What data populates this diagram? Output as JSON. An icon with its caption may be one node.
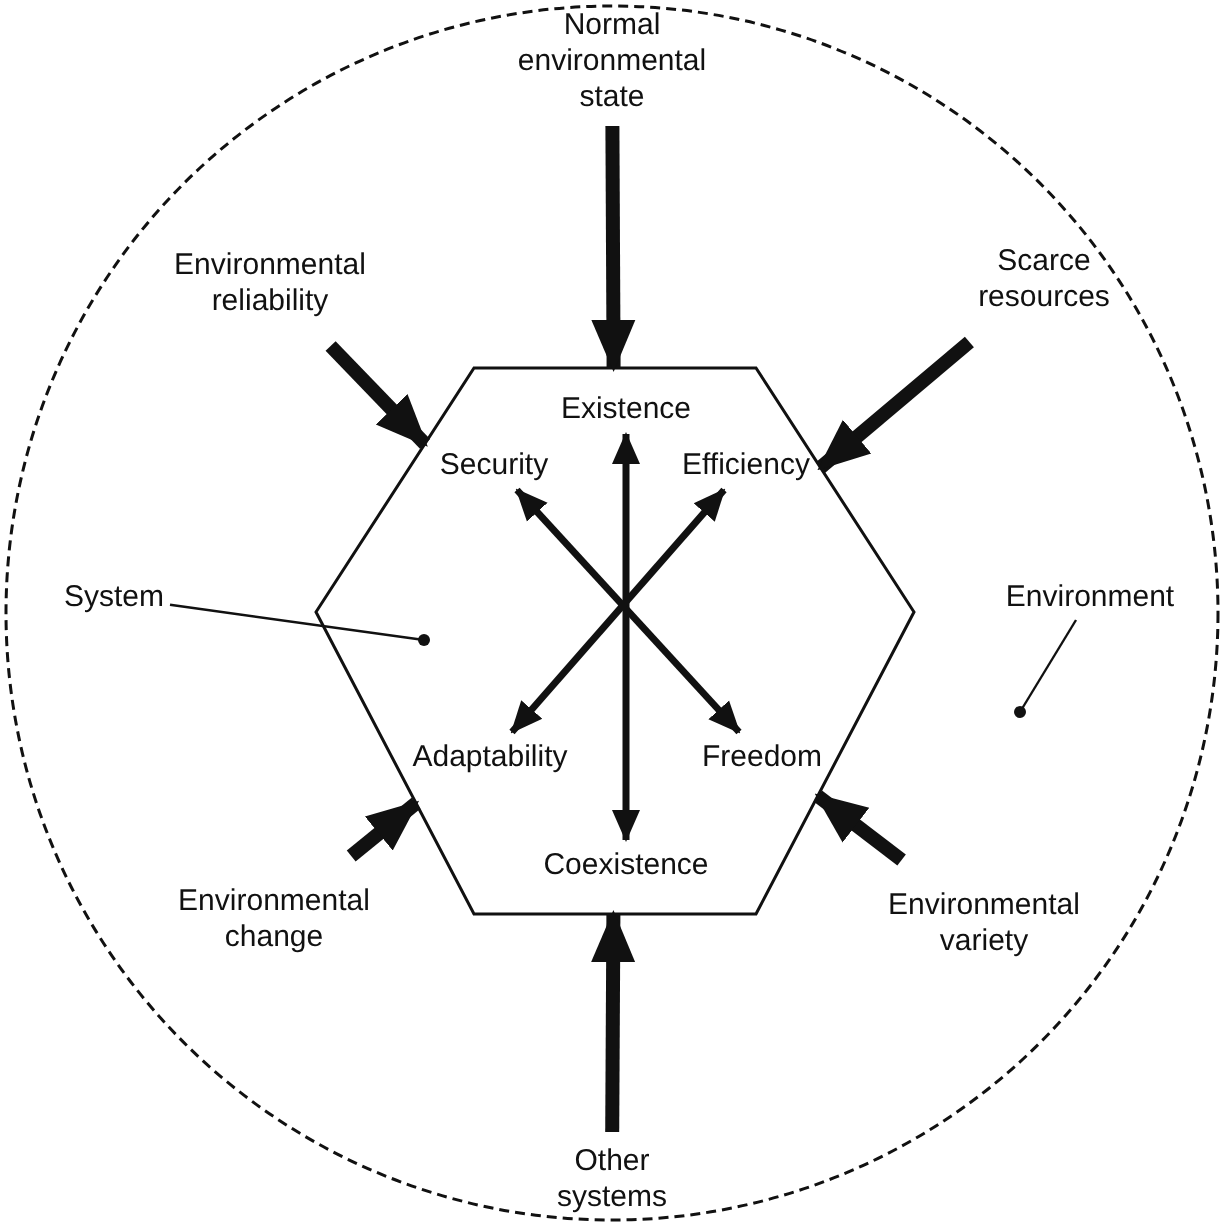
{
  "diagram": {
    "nodes": [
      {
        "text": [],
        "shape": "circle"
      },
      {
        "text": [],
        "shape": "hexagon",
        "in": 0
      },
      {
        "text": [
          "Normal environmental state"
        ],
        "in": 0
      },
      {
        "text": [
          "Environmental reliability"
        ],
        "in": 0
      },
      {
        "text": [
          "Scarce resources"
        ],
        "in": 0
      },
      {
        "text": [
          "Environmental change"
        ],
        "in": 0
      },
      {
        "text": [
          "Environmental variety"
        ],
        "in": 0
      },
      {
        "text": [
          "Other systems"
        ],
        "in": 0
      },
      {
        "text": [
          "Existence"
        ],
        "in": 1
      },
      {
        "text": [
          "Security"
        ],
        "in": 1
      },
      {
        "text": [
          "Efficiency"
        ],
        "in": 1
      },
      {
        "text": [
          "Adaptability"
        ],
        "in": 1
      },
      {
        "text": [
          "Freedom"
        ],
        "in": 1
      },
      {
        "text": [
          "Coexistence"
        ],
        "in": 1
      },
      {
        "text": [
          "System"
        ],
        "in": 0
      },
      {
        "text": [
          "Environment"
        ],
        "in": 0
      }
    ],
    "edges": [
      {
        "from": 2,
        "to": 1,
        "arrow": "to"
      },
      {
        "from": 3,
        "to": 1,
        "arrow": "to"
      },
      {
        "from": 4,
        "to": 1,
        "arrow": "to"
      },
      {
        "from": 5,
        "to": 1,
        "arrow": "to"
      },
      {
        "from": 6,
        "to": 1,
        "arrow": "to"
      },
      {
        "from": 7,
        "to": 1,
        "arrow": "to"
      },
      {
        "from": 8,
        "to": 13,
        "arrow": "both"
      },
      {
        "from": 9,
        "to": 12,
        "arrow": "both"
      },
      {
        "from": 10,
        "to": 11,
        "arrow": "both"
      },
      {
        "from": 14,
        "to": 1,
        "arrow": "other"
      },
      {
        "from": 15,
        "to": 0,
        "arrow": "other"
      }
    ]
  }
}
